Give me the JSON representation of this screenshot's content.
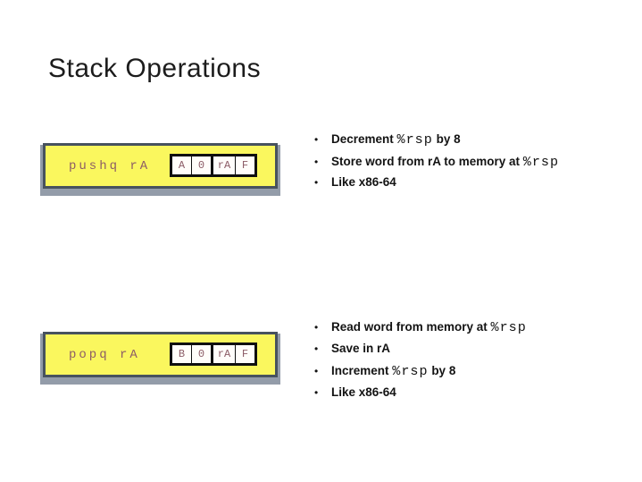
{
  "slide": {
    "title": "Stack Operations",
    "bullet_char": "•",
    "colors": {
      "box_fill": "#faf75e",
      "box_border": "#47525e",
      "box_shadow": "#939ca9",
      "instruction_text": "#8c5c66",
      "byte_border": "#101010",
      "bullet_text": "#131313",
      "title_text": "#1c1c1c",
      "background": "#ffffff"
    },
    "sections": [
      {
        "instruction": "pushq rA",
        "bytes": [
          "A",
          "0",
          "rA",
          "F"
        ],
        "bullets": [
          [
            {
              "t": "Decrement "
            },
            {
              "t": "%rsp",
              "m": true
            },
            {
              "t": " by 8"
            }
          ],
          [
            {
              "t": "Store word from rA to memory at "
            },
            {
              "t": "%rsp",
              "m": true
            }
          ],
          [
            {
              "t": "Like x86-64"
            }
          ]
        ]
      },
      {
        "instruction": "popq rA",
        "bytes": [
          "B",
          "0",
          "rA",
          "F"
        ],
        "bullets": [
          [
            {
              "t": "Read word from memory at "
            },
            {
              "t": "%rsp",
              "m": true
            }
          ],
          [
            {
              "t": "Save in rA"
            }
          ],
          [
            {
              "t": "Increment "
            },
            {
              "t": "%rsp",
              "m": true
            },
            {
              "t": " by 8"
            }
          ],
          [
            {
              "t": "Like x86-64"
            }
          ]
        ]
      }
    ]
  }
}
